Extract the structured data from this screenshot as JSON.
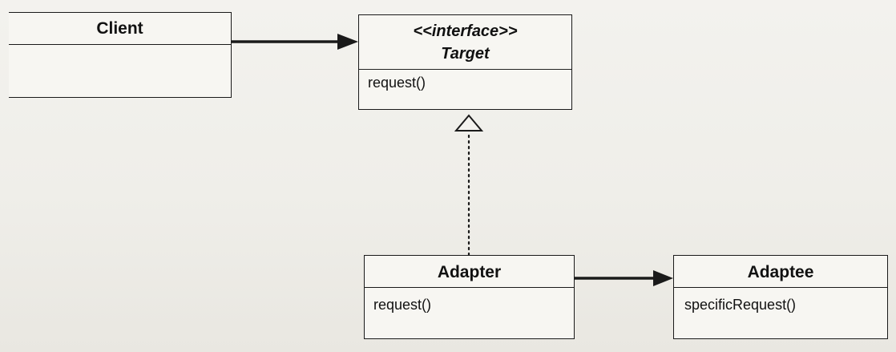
{
  "diagram": {
    "classes": {
      "client": {
        "name": "Client",
        "members": []
      },
      "target": {
        "stereotype": "<<interface>>",
        "name": "Target",
        "members": [
          "request()"
        ]
      },
      "adapter": {
        "name": "Adapter",
        "members": [
          "request()"
        ]
      },
      "adaptee": {
        "name": "Adaptee",
        "members": [
          "specificRequest()"
        ]
      }
    },
    "relations": [
      {
        "from": "Client",
        "to": "Target",
        "kind": "association"
      },
      {
        "from": "Adapter",
        "to": "Target",
        "kind": "realization"
      },
      {
        "from": "Adapter",
        "to": "Adaptee",
        "kind": "association"
      }
    ],
    "colors": {
      "line": "#1a1a1a",
      "paper": "#f0efeb"
    }
  }
}
